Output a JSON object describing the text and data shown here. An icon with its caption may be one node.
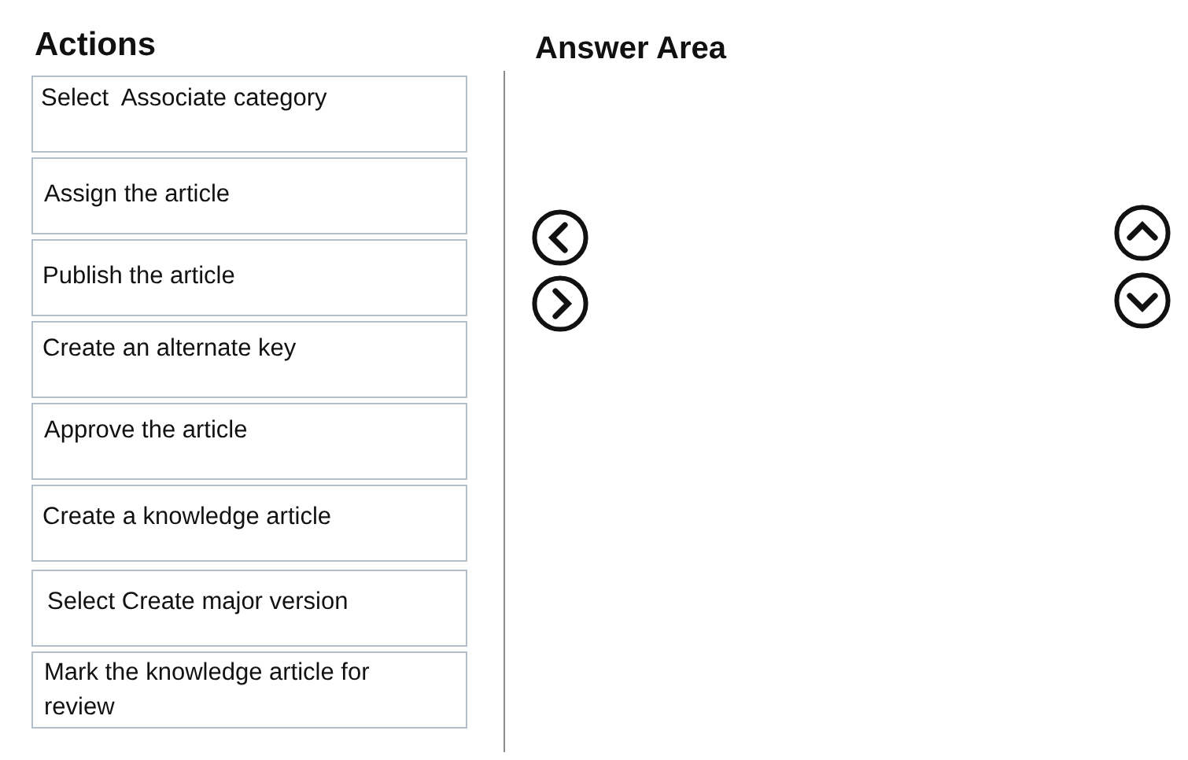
{
  "diagram": {
    "nodes": [
      {
        "text": [
          "Select  Associate category"
        ]
      },
      {
        "text": [
          "Assign the article"
        ]
      },
      {
        "text": [
          "Publish the article"
        ]
      },
      {
        "text": [
          "Create an alternate key"
        ]
      },
      {
        "text": [
          "Approve the article"
        ]
      },
      {
        "text": [
          "Create a knowledge article"
        ]
      },
      {
        "text": [
          "Select Create major version"
        ]
      },
      {
        "text": [
          "Mark the knowledge article for review"
        ]
      }
    ],
    "edges": [],
    "labels": [
      "Actions",
      "Answer Area"
    ]
  }
}
